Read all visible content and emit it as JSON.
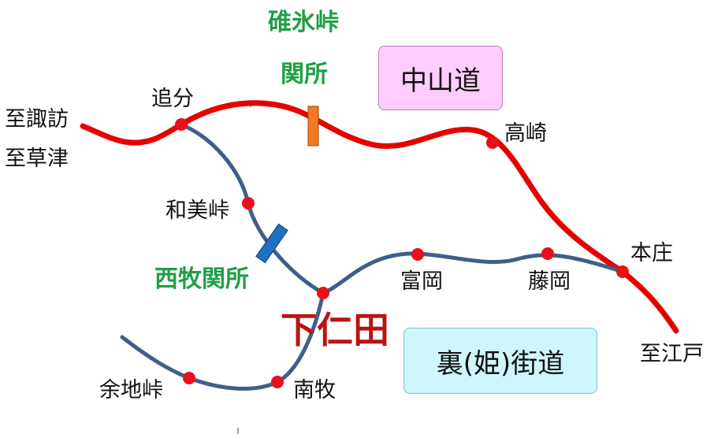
{
  "routes": {
    "nakasendo": {
      "label": "中山道",
      "color": "#e60000",
      "box_color": "#ffccff"
    },
    "ura_himekaido": {
      "label": "裏(姫)街道",
      "color": "#3f5f8a",
      "box_color": "#cff6fb"
    }
  },
  "stations": {
    "oiwake": "追分",
    "takasaki": "高崎",
    "honjo": "本庄",
    "waminetoge": "和美峠",
    "shimonita": "下仁田",
    "tomioka": "富岡",
    "fujioka": "藤岡",
    "yochitoge": "余地峠",
    "nanmoku": "南牧"
  },
  "checkpoints": {
    "usui": {
      "line1": "碓氷峠",
      "line2": "関所",
      "color": "#f47920"
    },
    "nishimaki": {
      "label": "西牧関所",
      "color": "#1f6fc4"
    }
  },
  "directions": {
    "suwa": "至諏訪",
    "kusatsu": "至草津",
    "edo": "至江戸"
  },
  "colors": {
    "station_dot": "#e8101a",
    "checkpoint_text": "#1f9e46",
    "shimonita_text": "#b81414"
  }
}
